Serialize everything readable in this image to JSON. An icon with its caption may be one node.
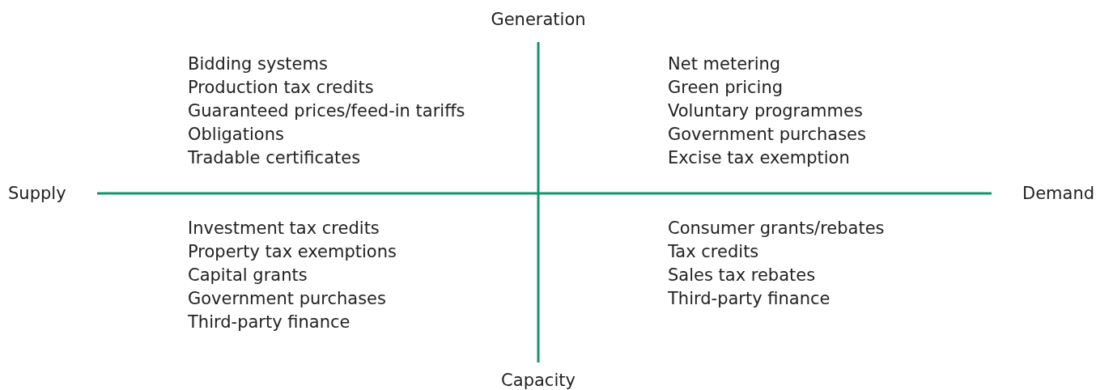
{
  "diagram": {
    "labels": [
      "Generation",
      "Bidding systems",
      "Production tax credits",
      "Guaranteed prices/feed-in tariffs",
      "Obligations",
      "Tradable certificates",
      "Net metering",
      "Green pricing",
      "Voluntary programmes",
      "Government purchases",
      "Excise tax exemption",
      "Supply",
      "Demand",
      "Investment tax credits",
      "Property tax exemptions",
      "Capital grants",
      "Government purchases",
      "Third-party finance",
      "Consumer grants/rebates",
      "Tax credits",
      "Sales tax rebates",
      "Third-party finance",
      "Capacity"
    ]
  }
}
